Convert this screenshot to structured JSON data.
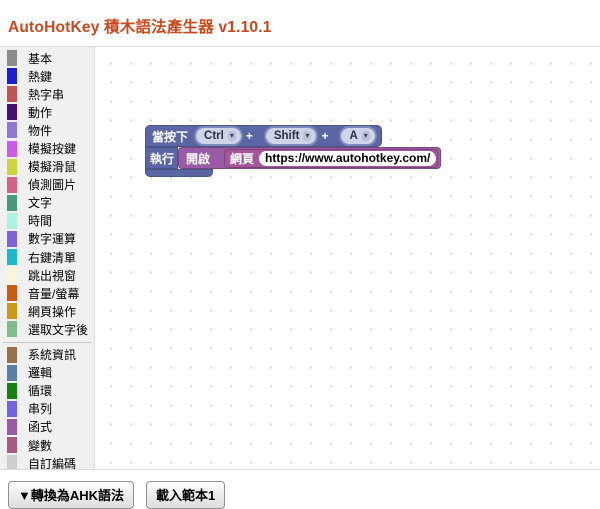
{
  "app": {
    "title": "AutoHotKey 積木語法產生器 v1.10.1",
    "title_color": "#c9491d"
  },
  "toolbox": {
    "categories": [
      {
        "label": "基本",
        "color": "#8c8c8c"
      },
      {
        "label": "熱鍵",
        "color": "#1d1dd1"
      },
      {
        "label": "熱字串",
        "color": "#c25454"
      },
      {
        "label": "動作",
        "color": "#45106b"
      },
      {
        "label": "物件",
        "color": "#8d79cf"
      },
      {
        "label": "模擬按鍵",
        "color": "#cb5ae4"
      },
      {
        "label": "模擬滑鼠",
        "color": "#ccd53a"
      },
      {
        "label": "偵測圖片",
        "color": "#d26388"
      },
      {
        "label": "文字",
        "color": "#48997b"
      },
      {
        "label": "時間",
        "color": "#aef2e2"
      },
      {
        "label": "數字運算",
        "color": "#7e64d6"
      },
      {
        "label": "右鍵清單",
        "color": "#19b9c8"
      },
      {
        "label": "跳出視窗",
        "color": "#f7f5da"
      },
      {
        "label": "音量/螢幕",
        "color": "#c95c10"
      },
      {
        "label": "網頁操作",
        "color": "#c9991a"
      },
      {
        "label": "選取文字後",
        "color": "#7fbd8a"
      },
      {
        "label": "系統資訊",
        "color": "#97714b"
      },
      {
        "label": "邏輯",
        "color": "#5b80a5"
      },
      {
        "label": "循環",
        "color": "#178017"
      },
      {
        "label": "串列",
        "color": "#7463e0"
      },
      {
        "label": "函式",
        "color": "#9a5ba5"
      },
      {
        "label": "變數",
        "color": "#a65b80"
      },
      {
        "label": "自訂編碼",
        "color": "#cdcdcd"
      }
    ]
  },
  "workspace": {
    "hotkey_block": {
      "color": "#5b67a4",
      "when_label": "當按下",
      "plus": "+",
      "dropdown_arrow": "▾",
      "keys": [
        {
          "value": "Ctrl"
        },
        {
          "value": "Shift"
        },
        {
          "value": "A"
        }
      ],
      "do_label": "執行",
      "open_block": {
        "label": "開啟",
        "color": "#995ba6"
      },
      "page_block": {
        "label": "網頁",
        "color": "#a5569b"
      },
      "url_value": "https://www.autohotkey.com/"
    }
  },
  "footer": {
    "convert_button_label": "▼轉換為AHK語法",
    "load_template_button_label": "載入範本1"
  }
}
